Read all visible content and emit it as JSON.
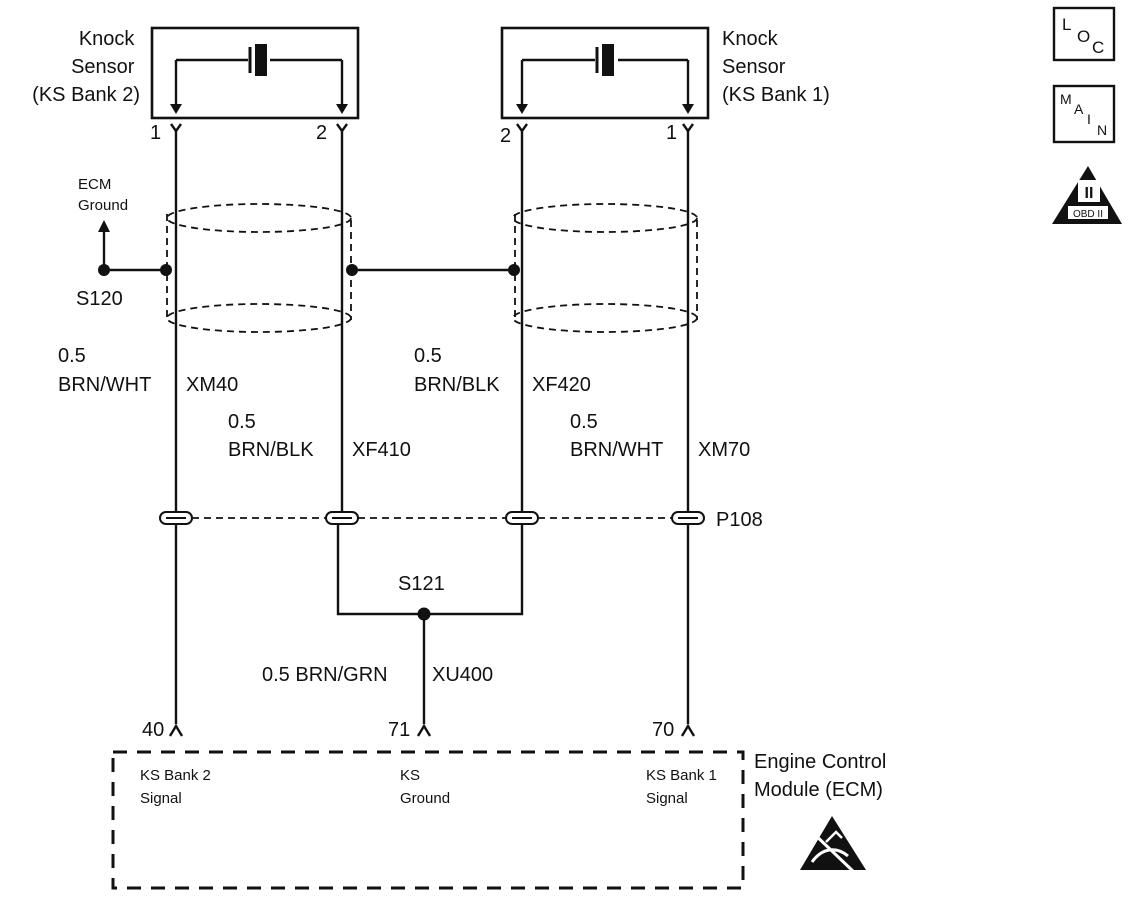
{
  "sensors": {
    "bank2": {
      "label_lines": [
        "Knock",
        "Sensor",
        "(KS Bank 2)"
      ],
      "pin_a": "1",
      "pin_b": "2"
    },
    "bank1": {
      "label_lines": [
        "Knock",
        "Sensor",
        "(KS Bank 1)"
      ],
      "pin_a": "2",
      "pin_b": "1"
    }
  },
  "ground": {
    "label_lines": [
      "ECM",
      "Ground"
    ],
    "splice": "S120"
  },
  "wires": {
    "xm40": {
      "gauge": "0.5",
      "color": "BRN/WHT",
      "circuit": "XM40"
    },
    "xf410": {
      "gauge": "0.5",
      "color": "BRN/BLK",
      "circuit": "XF410"
    },
    "xf420": {
      "gauge": "0.5",
      "color": "BRN/BLK",
      "circuit": "XF420"
    },
    "xm70": {
      "gauge": "0.5",
      "color": "BRN/WHT",
      "circuit": "XM70"
    },
    "xu400": {
      "label": "0.5 BRN/GRN",
      "circuit": "XU400"
    }
  },
  "connector": "P108",
  "splice_s121": "S121",
  "ecm": {
    "label_lines": [
      "Engine Control",
      "Module (ECM)"
    ],
    "pins": [
      {
        "number": "40",
        "name_lines": [
          "KS Bank 2",
          "Signal"
        ]
      },
      {
        "number": "71",
        "name_lines": [
          "KS",
          "Ground"
        ]
      },
      {
        "number": "70",
        "name_lines": [
          "KS Bank 1",
          "Signal"
        ]
      }
    ]
  },
  "icons": {
    "loc": [
      "L",
      "O",
      "C"
    ],
    "main": [
      "M",
      "A",
      "I",
      "N"
    ],
    "obd": {
      "numeral": "II",
      "text": "OBD II"
    },
    "esd": "esd-warning-icon"
  }
}
